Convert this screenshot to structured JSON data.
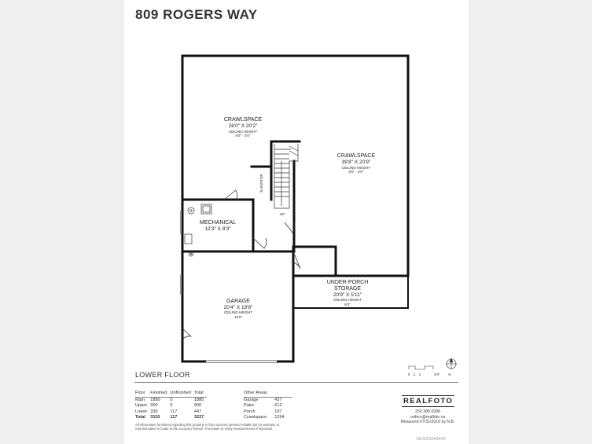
{
  "title": "809 ROGERS WAY",
  "floor_label": "LOWER FLOOR",
  "rooms": [
    {
      "id": "crawl1",
      "name": "CRAWLSPACE",
      "dims": "26'0\" X 20'2\"",
      "sub1": "CEILING HEIGHT",
      "sub2": "6'0\" - 3'0\""
    },
    {
      "id": "crawl2",
      "name": "CRAWLSPACE",
      "dims": "39'8\" X 20'9\"",
      "sub1": "CEILING HEIGHT",
      "sub2": "6'0\" - 3'0\""
    },
    {
      "id": "mech",
      "name": "MECHANICAL",
      "dims": "12'3\" X 8'3\""
    },
    {
      "id": "garage",
      "name": "GARAGE",
      "dims": "20'4\" X 19'9\"",
      "sub1": "CEILING HEIGHT",
      "sub2": "10'0\""
    },
    {
      "id": "porch",
      "name": "UNDER-PORCH",
      "name2": "STORAGE",
      "dims": "20'9\" X 5'11\"",
      "sub1": "CEILING HEIGHT",
      "sub2": "6'0\""
    }
  ],
  "labels": {
    "elevator": "ELEVATOR",
    "up": "UP"
  },
  "scale": {
    "ticks": [
      "0",
      "1",
      "2"
    ],
    "end": "5'0\"",
    "north": "N"
  },
  "area_table": {
    "headers": [
      "Floor",
      "Finished",
      "Unfinished",
      "Total"
    ],
    "rows": [
      [
        "Main",
        "1880",
        "0",
        "1880"
      ],
      [
        "Upper",
        "900",
        "0",
        "900"
      ],
      [
        "Lower",
        "330",
        "117",
        "447"
      ]
    ],
    "total": [
      "Total",
      "3110",
      "117",
      "3227"
    ]
  },
  "other_areas": {
    "header": "Other Areas",
    "rows": [
      [
        "Garage",
        "427"
      ],
      [
        "Patio",
        "612"
      ],
      [
        "Porch",
        "197"
      ],
      [
        "Crawlspace",
        "1294"
      ]
    ]
  },
  "disclaimer": "All information furnished regarding this property is from sources deemed reliable but no warranty or representation is made to the accuracy thereof. Purchaser to verify measurements if important.",
  "brand": "REALFOTO",
  "contact": {
    "phone": "250 388 6998",
    "email": "orders@realfoto.ca",
    "measured": "Measured 07/31/2016 by N.B."
  },
  "mls": "MLS®1043442",
  "colors": {
    "wall": "#111111",
    "background": "#efefef",
    "sheet": "#ffffff"
  }
}
